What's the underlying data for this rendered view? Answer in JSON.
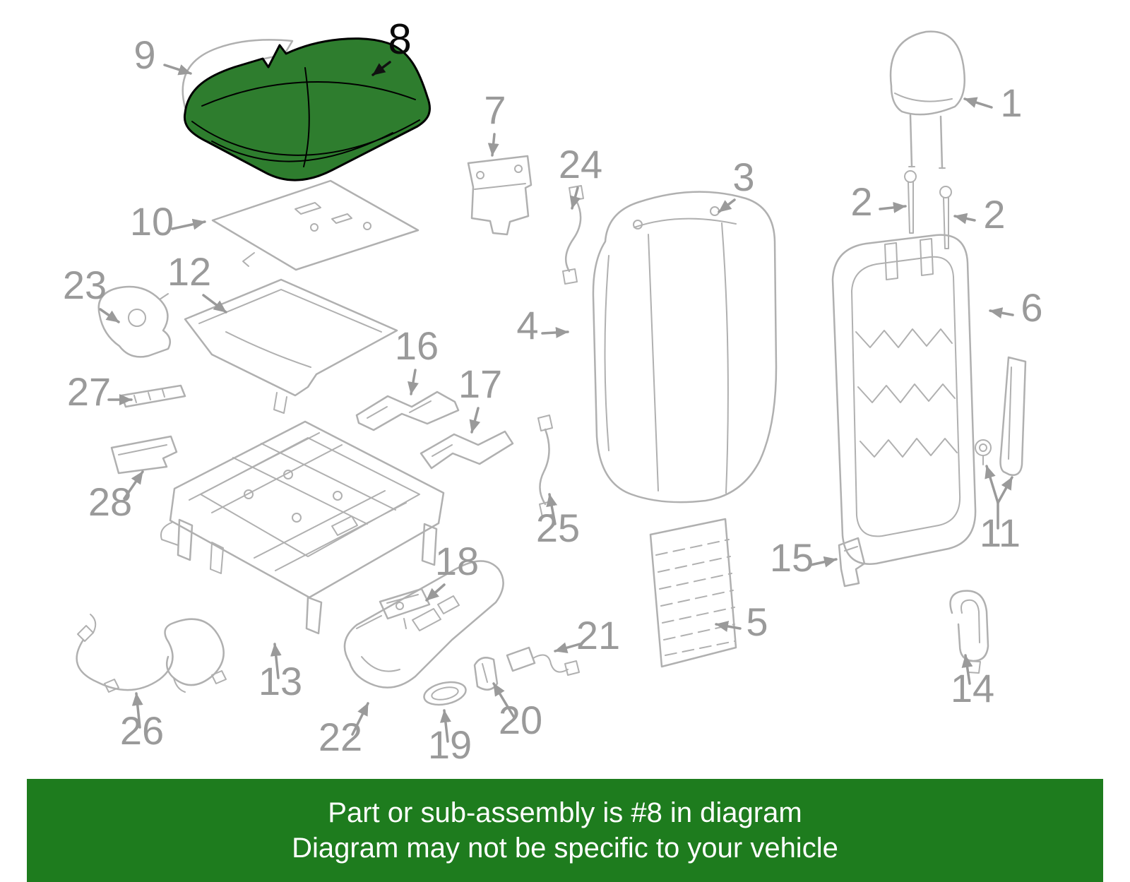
{
  "banner": {
    "line1": "Part or sub-assembly is #8 in diagram",
    "line2": "Diagram may not be specific to your vehicle"
  },
  "colors": {
    "banner_green": "#1e7c1e",
    "highlight_green": "#2e7d2e",
    "highlight_outline": "#000000",
    "diagram_line_gray": "#b0b0b0",
    "label_gray": "#9a9a9a",
    "banner_text": "#ffffff"
  },
  "diagram": {
    "highlighted_part": "8",
    "labels": [
      {
        "text": "9"
      },
      {
        "text": "8"
      },
      {
        "text": "7"
      },
      {
        "text": "24"
      },
      {
        "text": "3"
      },
      {
        "text": "1"
      },
      {
        "text": "2"
      },
      {
        "text": "2"
      },
      {
        "text": "10"
      },
      {
        "text": "12"
      },
      {
        "text": "23"
      },
      {
        "text": "4"
      },
      {
        "text": "6"
      },
      {
        "text": "16"
      },
      {
        "text": "17"
      },
      {
        "text": "27"
      },
      {
        "text": "28"
      },
      {
        "text": "25"
      },
      {
        "text": "11"
      },
      {
        "text": "15"
      },
      {
        "text": "5"
      },
      {
        "text": "18"
      },
      {
        "text": "13"
      },
      {
        "text": "21"
      },
      {
        "text": "14"
      },
      {
        "text": "26"
      },
      {
        "text": "22"
      },
      {
        "text": "19"
      },
      {
        "text": "20"
      }
    ]
  }
}
